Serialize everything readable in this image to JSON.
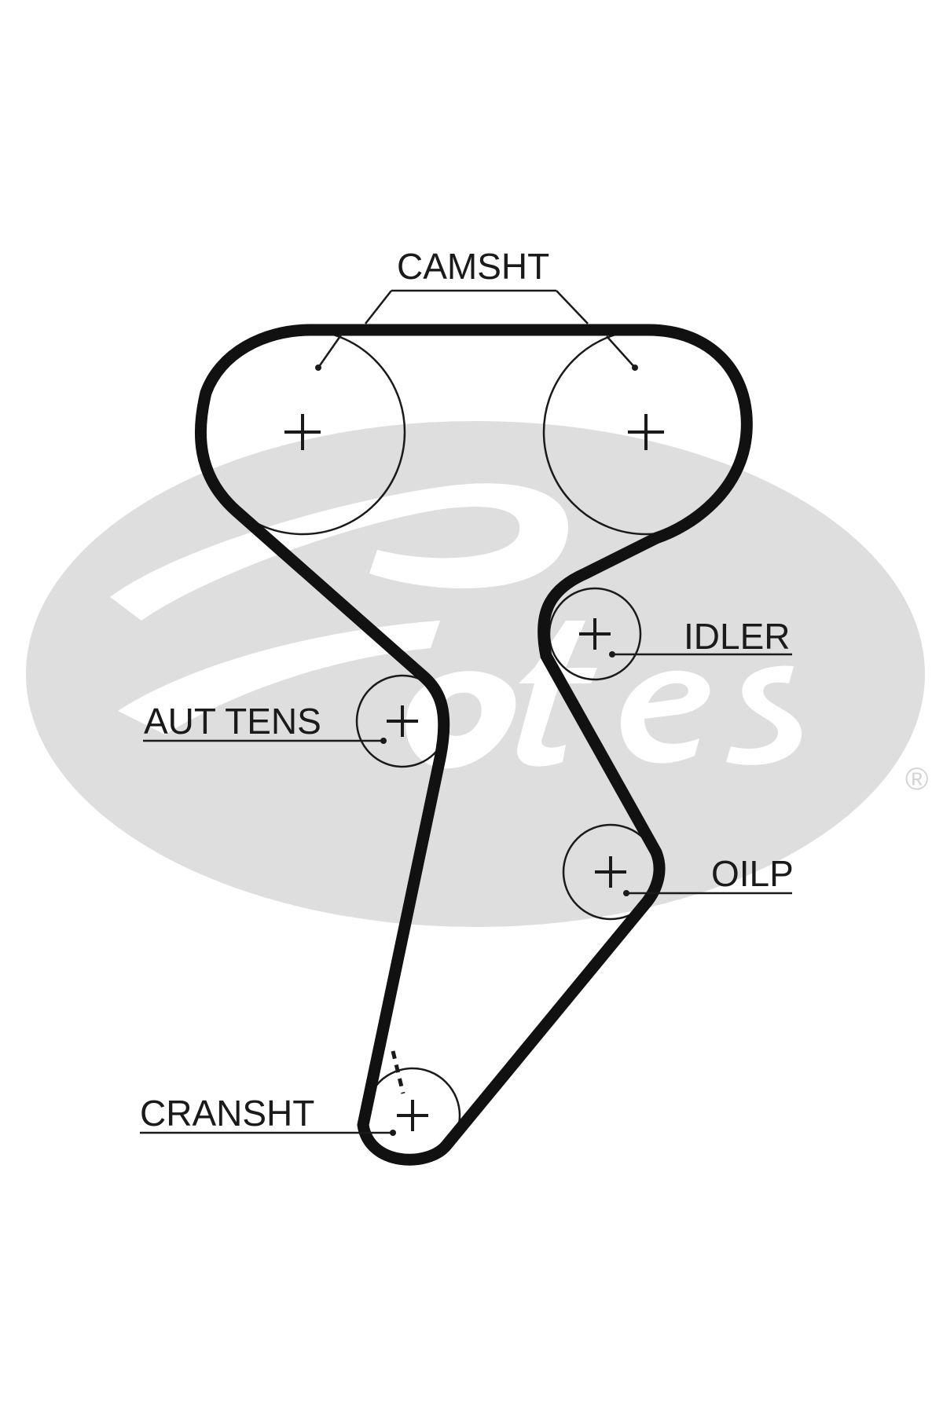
{
  "brand": {
    "registered_mark": "®"
  },
  "labels": {
    "camshaft": "CAMSHT",
    "idler": "IDLER",
    "auto_tensioner": "AUT TENS",
    "oil_pump": "OILP",
    "crankshaft": "CRANSHT"
  },
  "colors": {
    "belt": "#111111",
    "line": "#1a1a1a",
    "watermark": "#dedede",
    "background": "#ffffff"
  },
  "icons": {
    "pulley_center": "plus-cross-icon",
    "watermark": "gates-logo-icon"
  }
}
